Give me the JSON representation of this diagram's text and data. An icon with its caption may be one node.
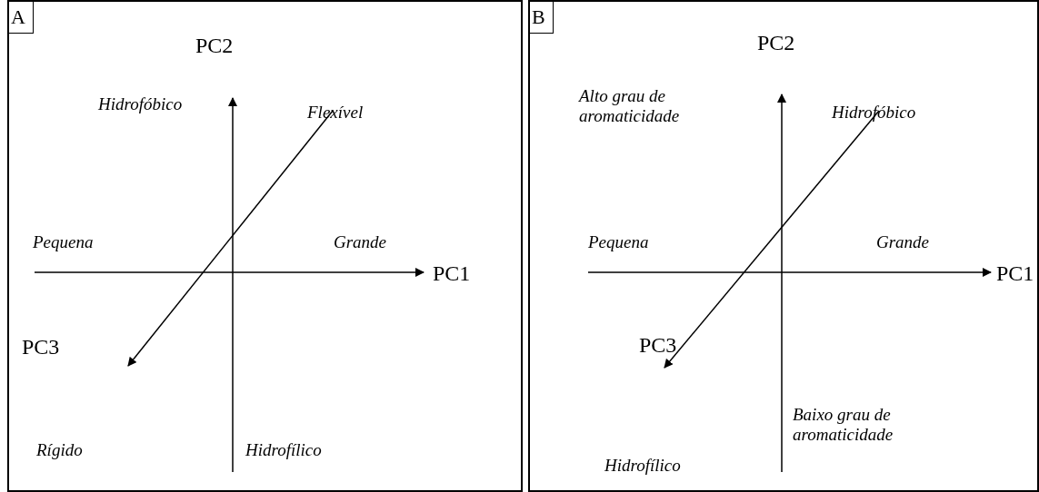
{
  "diagram": {
    "nodes": [
      {
        "text": [
          "A"
        ]
      },
      {
        "text": [
          "B"
        ]
      }
    ],
    "labels": [
      "PC2",
      "Hidrofóbico",
      "Flexível",
      "Pequena",
      "Grande",
      "PC1",
      "PC3",
      "Rígido",
      "Hidrofílico",
      "PC2",
      "Alto grau de aromaticidade",
      "Hidrofóbico",
      "Pequena",
      "Grande",
      "PC1",
      "PC3",
      "Baixo grau de aromaticidade",
      "Hidrofílico"
    ]
  }
}
